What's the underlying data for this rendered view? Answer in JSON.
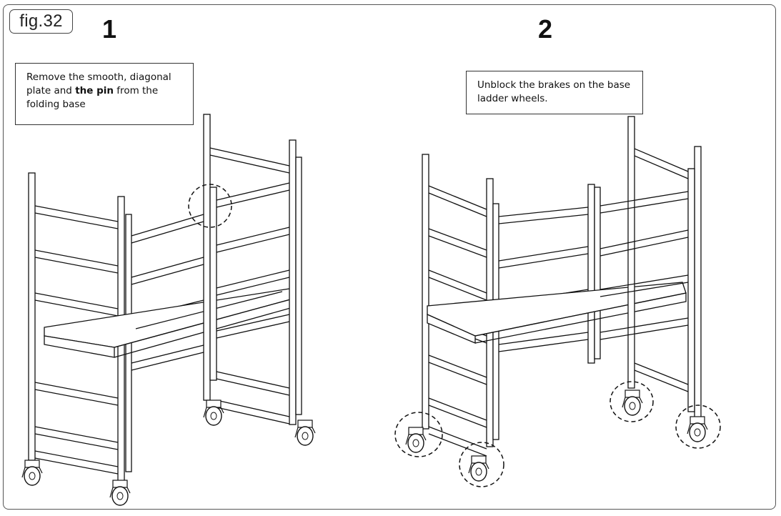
{
  "figure": {
    "label": "fig.32"
  },
  "steps": [
    {
      "number": "1",
      "note": {
        "line1": "Remove the smooth, diagonal",
        "line2_a": "plate and ",
        "line2_b": "the pin",
        "line2_c": " from the",
        "line3": "folding base"
      }
    },
    {
      "number": "2",
      "note": {
        "line1": "Unblock the brakes on the base",
        "line2": "ladder wheels."
      }
    }
  ]
}
